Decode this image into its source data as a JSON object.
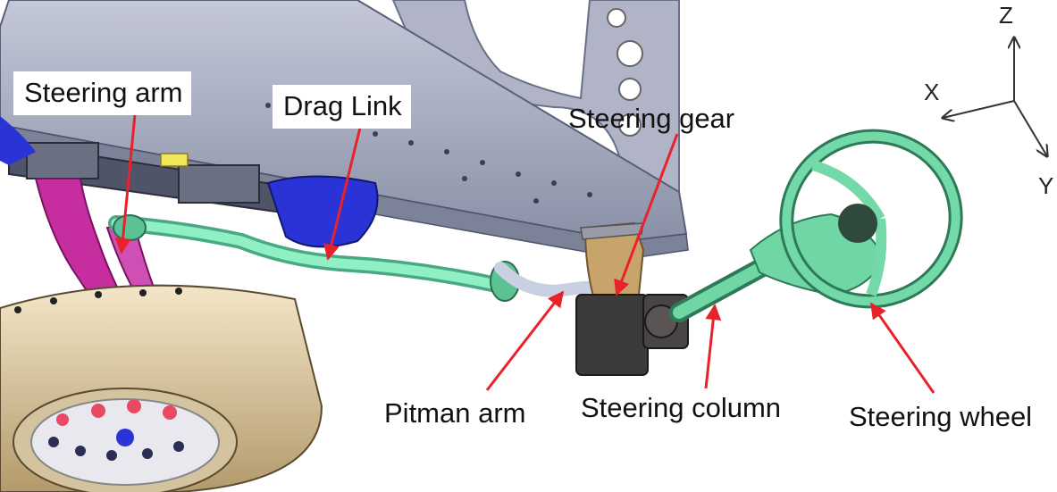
{
  "labels": {
    "steering_arm": "Steering arm",
    "drag_link": "Drag Link",
    "steering_gear": "Steering gear",
    "pitman_arm": "Pitman arm",
    "steering_column": "Steering column",
    "steering_wheel": "Steering wheel"
  },
  "axes": {
    "z": "Z",
    "x": "X",
    "y": "Y"
  },
  "colors": {
    "arrow": "#e8222a",
    "frame": "#a8aec2",
    "linkage": "#7fe6b8",
    "wheel": "#73d9a9",
    "tire": "#d8c29b",
    "blue_part": "#2a33d6",
    "magenta_part": "#c62ea0"
  }
}
